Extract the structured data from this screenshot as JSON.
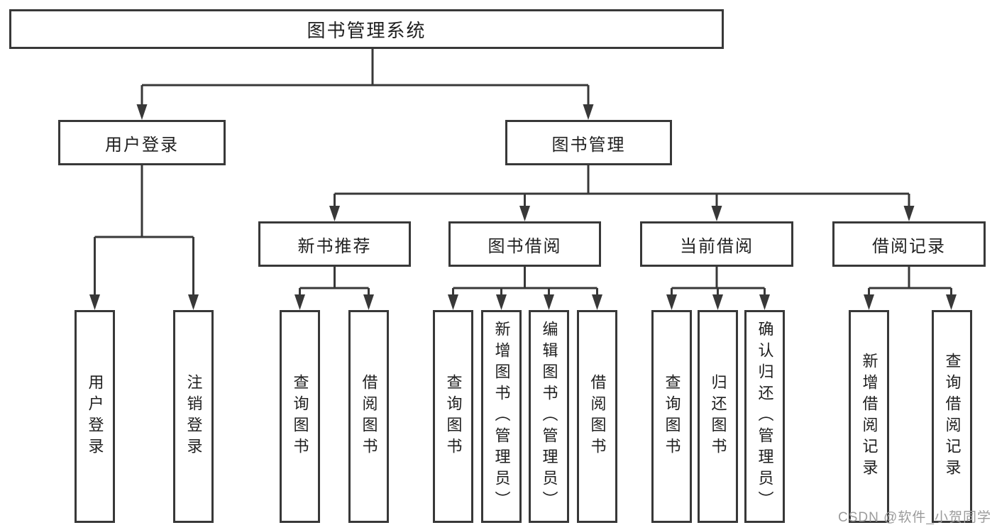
{
  "colors": {
    "line": "#383838",
    "box_border": "#383838",
    "text": "#1f1f1f",
    "watermark": "#9b9b9b",
    "background": "#ffffff"
  },
  "tree": {
    "root": {
      "label": "图书管理系统"
    },
    "level2": [
      {
        "label": "用户登录"
      },
      {
        "label": "图书管理"
      }
    ],
    "level3": [
      {
        "label": "新书推荐"
      },
      {
        "label": "图书借阅"
      },
      {
        "label": "当前借阅"
      },
      {
        "label": "借阅记录"
      }
    ],
    "leaves": {
      "user_login": [
        {
          "label": "用户登录"
        },
        {
          "label": "注销登录"
        }
      ],
      "new_book_recommend": [
        {
          "label": "查询图书"
        },
        {
          "label": "借阅图书"
        }
      ],
      "book_borrow": [
        {
          "label": "查询图书"
        },
        {
          "label": "新增图书（管理员）"
        },
        {
          "label": "编辑图书（管理员）"
        },
        {
          "label": "借阅图书"
        }
      ],
      "current_borrow": [
        {
          "label": "查询图书"
        },
        {
          "label": "归还图书"
        },
        {
          "label": "确认归还（管理员）"
        }
      ],
      "borrow_record": [
        {
          "label": "新增借阅记录"
        },
        {
          "label": "查询借阅记录"
        }
      ]
    }
  },
  "watermark": {
    "text": "CSDN @软件_小贺同学"
  }
}
